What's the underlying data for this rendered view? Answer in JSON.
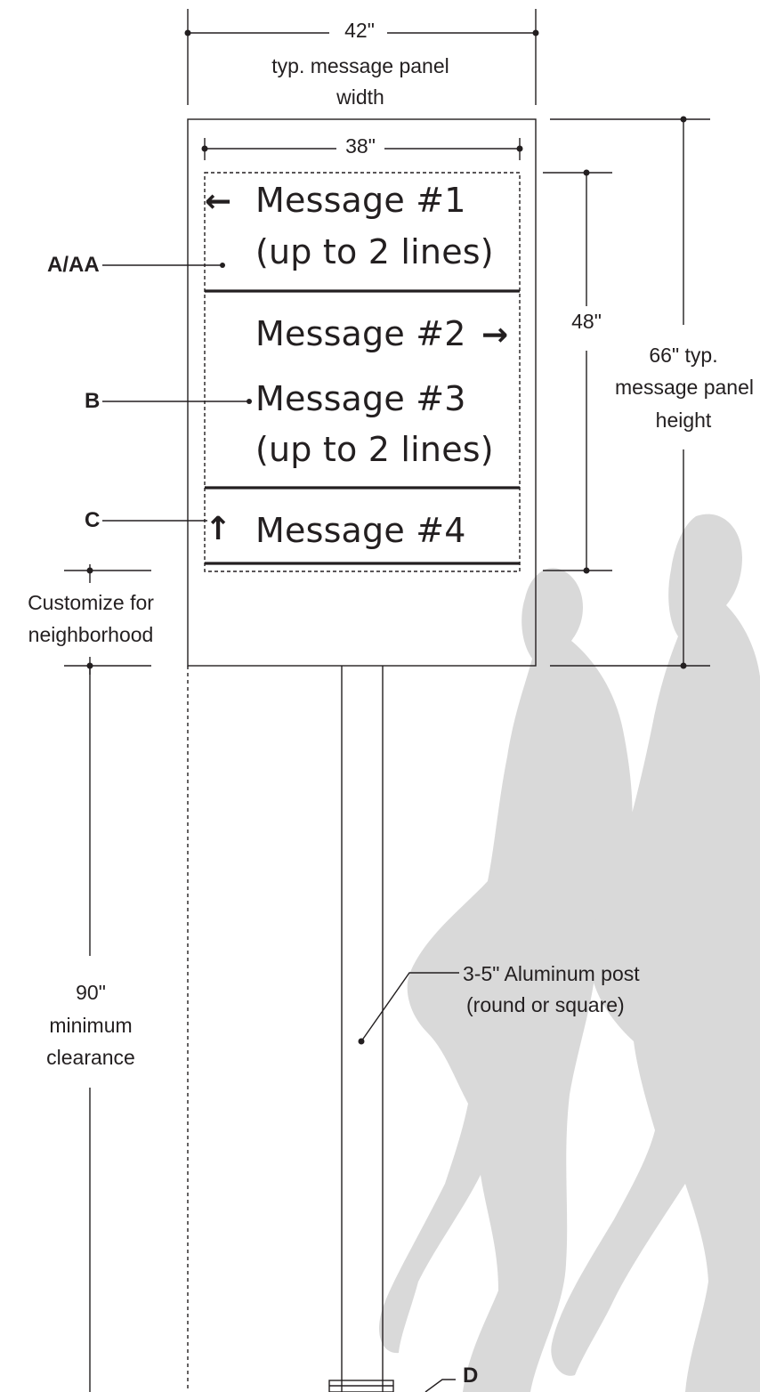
{
  "dimensions": {
    "panel_width_value": "42\"",
    "panel_width_caption_1": "typ. message panel",
    "panel_width_caption_2": "width",
    "message_area_width": "38\"",
    "message_area_height": "48\"",
    "panel_height_value": "66\" typ.",
    "panel_height_caption_1": "message panel",
    "panel_height_caption_2": "height",
    "clearance_value": "90\"",
    "clearance_caption_1": "minimum",
    "clearance_caption_2": "clearance",
    "customize_1": "Customize for",
    "customize_2": "neighborhood"
  },
  "messages": {
    "m1_line1": "Message #1",
    "m1_line2": "(up to 2 lines)",
    "m2": "Message #2",
    "m3_line1": "Message #3",
    "m3_line2": "(up to 2 lines)",
    "m4": "Message #4",
    "arrow_left": "←",
    "arrow_right": "→",
    "arrow_up": "↑"
  },
  "callouts": {
    "a": "A/AA",
    "b": "B",
    "c": "C",
    "d": "D",
    "post_1": "3-5\" Aluminum post",
    "post_2": "(round or square)"
  },
  "colors": {
    "ink": "#231f20",
    "silhouette": "#d9d9d9"
  }
}
